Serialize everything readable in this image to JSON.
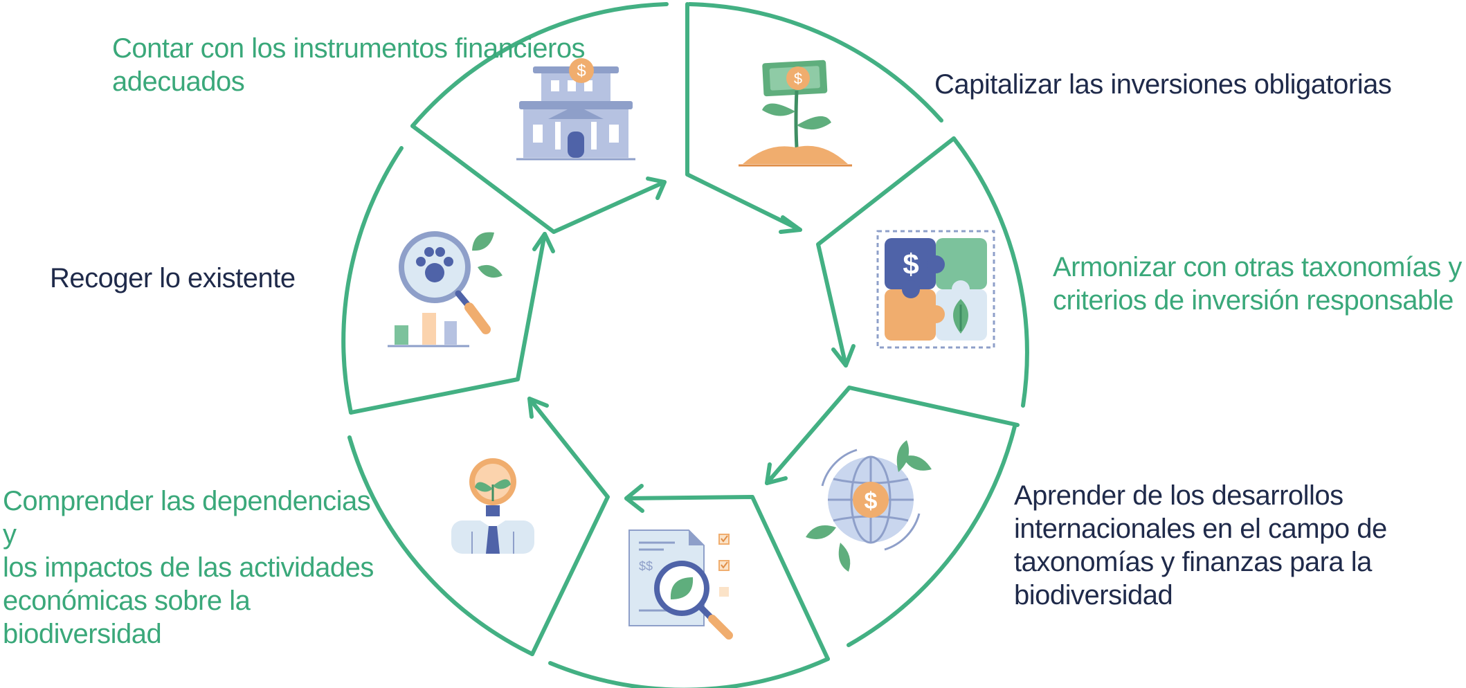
{
  "diagram": {
    "colors": {
      "ring": "#43b083",
      "green_text": "#3aa87a",
      "navy_text": "#1f2a4a",
      "slate": "#8e9fc9",
      "orange": "#f0ad6e",
      "leaf": "#5fae7d"
    },
    "steps": [
      {
        "label": "Contar con los instrumentos financieros\nadecuados",
        "text_color": "green",
        "icon": "bank-building-icon"
      },
      {
        "label": "Capitalizar las inversiones obligatorias",
        "text_color": "navy",
        "icon": "money-plant-icon"
      },
      {
        "label": "Armonizar con otras taxonomías y\ncriterios de inversión responsable",
        "text_color": "green",
        "icon": "puzzle-pieces-icon"
      },
      {
        "label": "Aprender de los desarrollos\ninternacionales en el campo de\ntaxonomías y finanzas para la\nbiodiversidad",
        "text_color": "navy",
        "icon": "globe-money-icon"
      },
      {
        "label": "Comprender las dependencias y\nlos impactos de las actividades\neconómicas sobre la\nbiodiversidad",
        "text_color": "green",
        "icon": "document-magnifier-icon"
      },
      {
        "label": "Recoger lo existente",
        "text_color": "navy",
        "icon": "paw-magnifier-icon"
      }
    ],
    "center_icon": "lightbulb-person-icon",
    "icon_text": {
      "dollar": "$",
      "double_dollar": "$$"
    }
  }
}
